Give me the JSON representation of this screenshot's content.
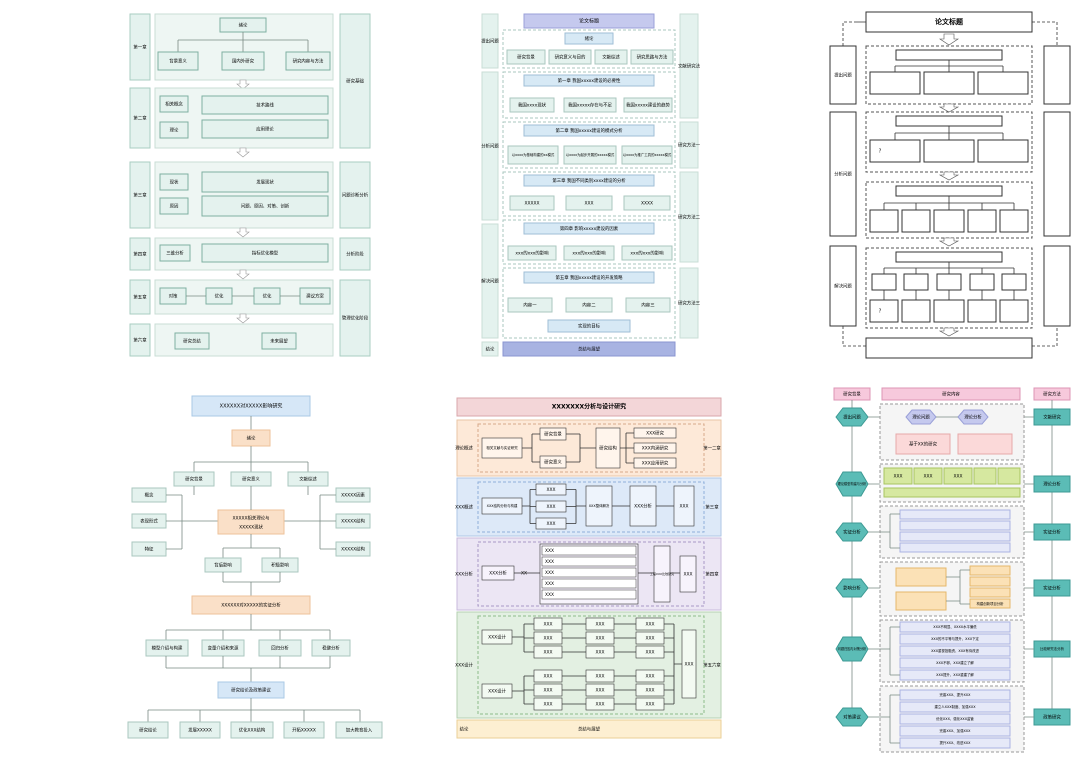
{
  "d1": {
    "sections": [
      "第一章",
      "第二章",
      "第三章",
      "第四章",
      "第五章",
      "第六章"
    ],
    "right": [
      "研究基础",
      "问题诊断分析",
      "分析阶段",
      "管理优化阶段"
    ],
    "top": "绪论",
    "ch1_items": [
      "背景意义",
      "国内外研究",
      "研究内容与方法"
    ],
    "ch2_left": [
      "相关概念",
      "理论"
    ],
    "ch2_right": [
      "技术路线",
      "应用理论"
    ],
    "ch3_left": [
      "现状",
      "原因"
    ],
    "ch3_right": [
      "发展现状",
      "问题、原因、对策、创新"
    ],
    "ch4_left": "三维分析",
    "ch4_right": "指标优化模型",
    "ch5_items": [
      "对策",
      "优化",
      "优化",
      "建议方案"
    ],
    "ch6_items": [
      "研究总结",
      "未来展望"
    ]
  },
  "d2": {
    "left": [
      "提出问题",
      "分析问题",
      "解决问题",
      "结论"
    ],
    "right": [
      "文献研究法",
      "研究方法一",
      "研究方法二",
      "研究方法三"
    ],
    "title": "论文标题",
    "intro": "绪论",
    "intro_items": [
      "研究背景",
      "研究意义与目的",
      "文献综述",
      "研究思路与方法"
    ],
    "ch1": "第一章 我国xxxxx建设的必要性",
    "ch1_items": [
      "我国xxxx现状",
      "我国xxxxx存在与不足",
      "我国xxxxx建设的趋势"
    ],
    "ch2": "第二章 我国xxxxx建设的模式分析",
    "ch2_items": [
      "以xxxx为基础构建的xx模式",
      "以xxxx为起步开展的xxxxx模式",
      "以xxxx为推广工具的xxxxx模式"
    ],
    "ch3": "第三章 我国不同类别xxxx建设的分析",
    "ch3_items": [
      "XXXXX",
      "XXX",
      "XXXX"
    ],
    "ch4": "第四章 影响xxxxx建设的因素",
    "ch4_items": [
      "xxx的xxx的影响",
      "xxx的xxx的影响",
      "xxx的xxx的影响"
    ],
    "ch5": "第五章 我国xxxxx建设的开发策略",
    "ch5_items": [
      "内容一",
      "内容二",
      "内容三"
    ],
    "ch5_bottom": "实现的目标",
    "conclusion": "总结与展望"
  },
  "d3": {
    "title": "论文标题",
    "left": [
      "提出问题",
      "分析问题",
      "解决问题"
    ],
    "markers": [
      "?",
      "?"
    ]
  },
  "d4": {
    "title": "XXXXXX对XXXXX影响研究",
    "intro": "绪论",
    "level1": [
      "研究背景",
      "研究意义",
      "文献综述"
    ],
    "left_items": [
      "概念",
      "表现形式",
      "特征"
    ],
    "right_items": [
      "XXXXX因素",
      "XXXXX结构",
      "XXXXX结构"
    ],
    "center_top": "XXXXX相关理论与",
    "center_bottom": "XXXXX现状",
    "mid": [
      "背后影响",
      "积极影响"
    ],
    "analysis": "XXXXXX对XXXXX的实证分析",
    "analysis_items": [
      "模型介绍与构建",
      "变量介绍和来源",
      "回归分析",
      "稳健分析"
    ],
    "conclusion": "研究结论及政策建议",
    "bottom_items": [
      "研究结论",
      "发展XXXXX",
      "优化XXX结构",
      "开拓XXXXX",
      "加大教育投入"
    ]
  },
  "d5": {
    "title": "XXXXXXX分析与设计研究",
    "left": [
      "理论概述",
      "XXX概述",
      "XXX分析",
      "XXX设计",
      "结论"
    ],
    "right": [
      "第一二章",
      "第三章",
      "第四章",
      "第五六章"
    ],
    "r1_box": "相关文献与实证研究",
    "r1_mid": [
      "研究背景",
      "研究意义"
    ],
    "r1_center": "研究结构",
    "r1_right": [
      "XXX研究",
      "XXX内涵研究",
      "XXX应用研究"
    ],
    "r2_left": "XXX结构分析与构建",
    "r2_items": [
      "XXX",
      "XXX",
      "XXX"
    ],
    "r2_c1": "XXX整体解决",
    "r2_c2": "XXX分析",
    "r2_c3": "XXX",
    "r3_left": "XXX分析",
    "r3_x": "XX",
    "r3_list": [
      "XXX",
      "XXX",
      "XXX",
      "XXX",
      "XXX"
    ],
    "r3_mid": "工程XXX比较研究",
    "r3_right": "XXX",
    "r4_left": [
      "XXX设计",
      "XXX设计"
    ],
    "r4_cell": "XXX",
    "r4_right": "XXX",
    "conclusion": "总结与展望"
  },
  "d6": {
    "headers": [
      "研究背景",
      "研究内容",
      "研究方法"
    ],
    "left_hex": [
      "提出问题",
      "理论模型构建与分析",
      "实证分析",
      "影响分析",
      "问题归因与对策分析",
      "对策建议"
    ],
    "right_boxes": [
      "文献研究",
      "理论分析",
      "实证分析",
      "实证分析",
      "比较研究法分析",
      "政策研究"
    ],
    "top_hex": [
      "理论问题",
      "理论分析"
    ],
    "sub1": "基于XX的研究",
    "green_cells": [
      "XXX",
      "XXX",
      "XXX"
    ],
    "note": "构建创新项目分析",
    "list1": [
      "XXX不明显、XXXX水平偏低",
      "XXX的不平等与提升、XXX下定",
      "XXX重视投融资、XXX有待改进",
      "XXX不够、XXX建立了解",
      "XXX提升、XXX重建了解"
    ],
    "list2": [
      "完善XXX、提升XXX",
      "建立人XXX制度、加强XXX",
      "优化XXX、强化XXX监管",
      "完善XXX、加强XXX",
      "提升XXX、改进XXX"
    ]
  },
  "colors": {
    "mint": "#e4f2ee",
    "mintBorder": "#a9cdc2",
    "lavender": "#c5c9ee",
    "lightBlue": "#d6e7f7",
    "pink": "#f7c9dc",
    "teal": "#5bbcb6",
    "peach": "#fae0c8",
    "lime": "#d6e8a0"
  }
}
